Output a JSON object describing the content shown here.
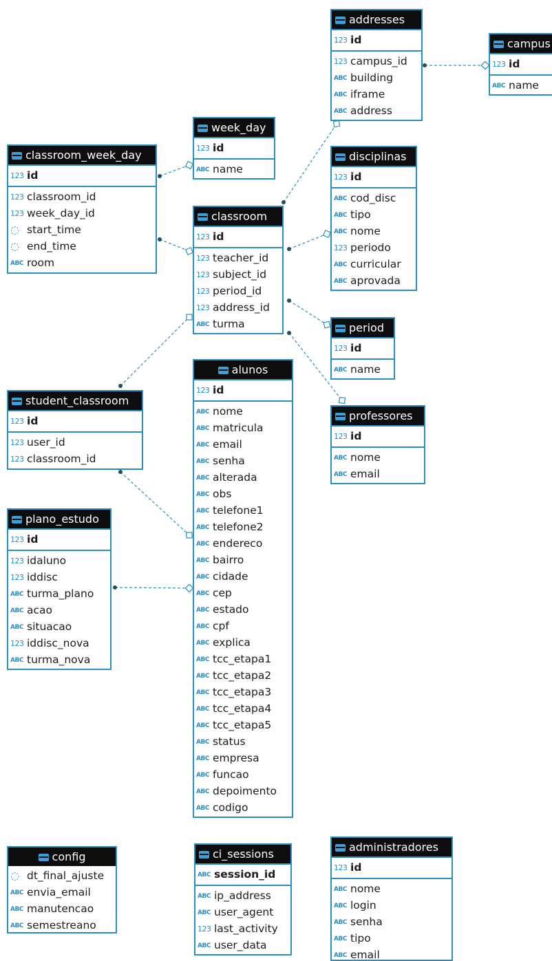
{
  "tables": {
    "addresses": {
      "name": "addresses",
      "pk": [
        {
          "name": "id",
          "icon": "123"
        }
      ],
      "cols": [
        {
          "name": "campus_id",
          "icon": "123"
        },
        {
          "name": "building",
          "icon": "ABC"
        },
        {
          "name": "iframe",
          "icon": "ABC"
        },
        {
          "name": "address",
          "icon": "ABC"
        }
      ]
    },
    "campus": {
      "name": "campus",
      "pk": [
        {
          "name": "id",
          "icon": "123"
        }
      ],
      "cols": [
        {
          "name": "name",
          "icon": "ABC"
        }
      ]
    },
    "week_day": {
      "name": "week_day",
      "pk": [
        {
          "name": "id",
          "icon": "123"
        }
      ],
      "cols": [
        {
          "name": "name",
          "icon": "ABC"
        }
      ]
    },
    "classroom_week_day": {
      "name": "classroom_week_day",
      "pk": [
        {
          "name": "id",
          "icon": "123"
        }
      ],
      "cols": [
        {
          "name": "classroom_id",
          "icon": "123"
        },
        {
          "name": "week_day_id",
          "icon": "123"
        },
        {
          "name": "start_time",
          "icon": "clock"
        },
        {
          "name": "end_time",
          "icon": "clock"
        },
        {
          "name": "room",
          "icon": "ABC"
        }
      ]
    },
    "disciplinas": {
      "name": "disciplinas",
      "pk": [
        {
          "name": "id",
          "icon": "123"
        }
      ],
      "cols": [
        {
          "name": "cod_disc",
          "icon": "ABC"
        },
        {
          "name": "tipo",
          "icon": "ABC"
        },
        {
          "name": "nome",
          "icon": "ABC"
        },
        {
          "name": "periodo",
          "icon": "123"
        },
        {
          "name": "curricular",
          "icon": "ABC"
        },
        {
          "name": "aprovada",
          "icon": "ABC"
        }
      ]
    },
    "classroom": {
      "name": "classroom",
      "pk": [
        {
          "name": "id",
          "icon": "123"
        }
      ],
      "cols": [
        {
          "name": "teacher_id",
          "icon": "123"
        },
        {
          "name": "subject_id",
          "icon": "123"
        },
        {
          "name": "period_id",
          "icon": "123"
        },
        {
          "name": "address_id",
          "icon": "123"
        },
        {
          "name": "turma",
          "icon": "ABC"
        }
      ]
    },
    "period": {
      "name": "period",
      "pk": [
        {
          "name": "id",
          "icon": "123"
        }
      ],
      "cols": [
        {
          "name": "name",
          "icon": "ABC"
        }
      ]
    },
    "alunos": {
      "name": "alunos",
      "pk": [
        {
          "name": "id",
          "icon": "123"
        }
      ],
      "cols": [
        {
          "name": "nome",
          "icon": "ABC"
        },
        {
          "name": "matricula",
          "icon": "ABC"
        },
        {
          "name": "email",
          "icon": "ABC"
        },
        {
          "name": "senha",
          "icon": "ABC"
        },
        {
          "name": "alterada",
          "icon": "ABC"
        },
        {
          "name": "obs",
          "icon": "ABC"
        },
        {
          "name": "telefone1",
          "icon": "ABC"
        },
        {
          "name": "telefone2",
          "icon": "ABC"
        },
        {
          "name": "endereco",
          "icon": "ABC"
        },
        {
          "name": "bairro",
          "icon": "ABC"
        },
        {
          "name": "cidade",
          "icon": "ABC"
        },
        {
          "name": "cep",
          "icon": "ABC"
        },
        {
          "name": "estado",
          "icon": "ABC"
        },
        {
          "name": "cpf",
          "icon": "ABC"
        },
        {
          "name": "explica",
          "icon": "ABC"
        },
        {
          "name": "tcc_etapa1",
          "icon": "ABC"
        },
        {
          "name": "tcc_etapa2",
          "icon": "ABC"
        },
        {
          "name": "tcc_etapa3",
          "icon": "ABC"
        },
        {
          "name": "tcc_etapa4",
          "icon": "ABC"
        },
        {
          "name": "tcc_etapa5",
          "icon": "ABC"
        },
        {
          "name": "status",
          "icon": "ABC"
        },
        {
          "name": "empresa",
          "icon": "ABC"
        },
        {
          "name": "funcao",
          "icon": "ABC"
        },
        {
          "name": "depoimento",
          "icon": "ABC"
        },
        {
          "name": "codigo",
          "icon": "ABC"
        }
      ]
    },
    "student_classroom": {
      "name": "student_classroom",
      "pk": [
        {
          "name": "id",
          "icon": "123"
        }
      ],
      "cols": [
        {
          "name": "user_id",
          "icon": "123"
        },
        {
          "name": "classroom_id",
          "icon": "123"
        }
      ]
    },
    "professores": {
      "name": "professores",
      "pk": [
        {
          "name": "id",
          "icon": "123"
        }
      ],
      "cols": [
        {
          "name": "nome",
          "icon": "ABC"
        },
        {
          "name": "email",
          "icon": "ABC"
        }
      ]
    },
    "plano_estudo": {
      "name": "plano_estudo",
      "pk": [
        {
          "name": "id",
          "icon": "123"
        }
      ],
      "cols": [
        {
          "name": "idaluno",
          "icon": "123"
        },
        {
          "name": "iddisc",
          "icon": "123"
        },
        {
          "name": "turma_plano",
          "icon": "ABC"
        },
        {
          "name": "acao",
          "icon": "ABC"
        },
        {
          "name": "situacao",
          "icon": "ABC"
        },
        {
          "name": "iddisc_nova",
          "icon": "123"
        },
        {
          "name": "turma_nova",
          "icon": "ABC"
        }
      ]
    },
    "config": {
      "name": "config",
      "pk": [],
      "cols": [
        {
          "name": "dt_final_ajuste",
          "icon": "clock"
        },
        {
          "name": "envia_email",
          "icon": "ABC"
        },
        {
          "name": "manutencao",
          "icon": "ABC"
        },
        {
          "name": "semestreano",
          "icon": "ABC"
        }
      ]
    },
    "ci_sessions": {
      "name": "ci_sessions",
      "pk": [
        {
          "name": "session_id",
          "icon": "ABC"
        }
      ],
      "cols": [
        {
          "name": "ip_address",
          "icon": "ABC"
        },
        {
          "name": "user_agent",
          "icon": "ABC"
        },
        {
          "name": "last_activity",
          "icon": "123"
        },
        {
          "name": "user_data",
          "icon": "ABC"
        }
      ]
    },
    "administradores": {
      "name": "administradores",
      "pk": [
        {
          "name": "id",
          "icon": "123"
        }
      ],
      "cols": [
        {
          "name": "nome",
          "icon": "ABC"
        },
        {
          "name": "login",
          "icon": "ABC"
        },
        {
          "name": "senha",
          "icon": "ABC"
        },
        {
          "name": "tipo",
          "icon": "ABC"
        },
        {
          "name": "email",
          "icon": "ABC"
        }
      ]
    }
  },
  "relations": [
    {
      "from": "addresses",
      "to": "campus"
    },
    {
      "from": "classroom",
      "to": "addresses"
    },
    {
      "from": "classroom_week_day",
      "to": "week_day"
    },
    {
      "from": "classroom_week_day",
      "to": "classroom"
    },
    {
      "from": "classroom",
      "to": "disciplinas"
    },
    {
      "from": "classroom",
      "to": "period"
    },
    {
      "from": "classroom",
      "to": "professores"
    },
    {
      "from": "student_classroom",
      "to": "classroom"
    },
    {
      "from": "student_classroom",
      "to": "alunos"
    },
    {
      "from": "plano_estudo",
      "to": "alunos"
    }
  ],
  "colors": {
    "border": "#2a8fc0",
    "header": "#0d0d0d",
    "edge": "#2a8fc0",
    "key": "#d9a400"
  }
}
